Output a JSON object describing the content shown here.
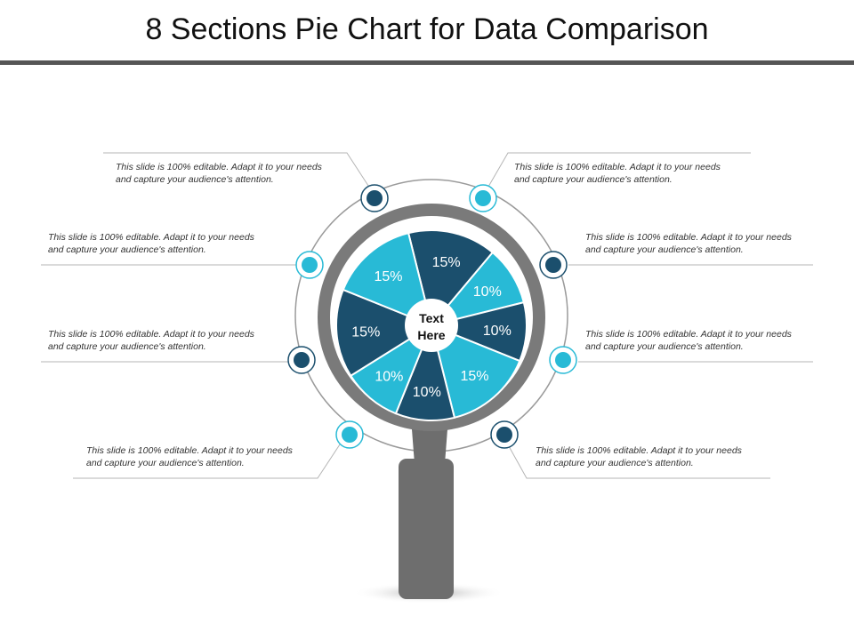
{
  "title": "8 Sections Pie Chart for Data Comparison",
  "center_text": [
    "Text",
    "Here"
  ],
  "callout_text": "This slide is 100% editable. Adapt it to your needs and capture your audience's attention.",
  "colors": {
    "dark": "#1b4f6d",
    "light": "#28bad6",
    "ring": "#7a7a7a",
    "handle": "#6e6e6e",
    "title_rule": "#555555"
  },
  "chart_data": {
    "type": "pie",
    "slices": [
      {
        "label": "15%",
        "value": 15,
        "color": "dark"
      },
      {
        "label": "10%",
        "value": 10,
        "color": "light"
      },
      {
        "label": "10%",
        "value": 10,
        "color": "dark"
      },
      {
        "label": "15%",
        "value": 15,
        "color": "light"
      },
      {
        "label": "10%",
        "value": 10,
        "color": "dark"
      },
      {
        "label": "10%",
        "value": 10,
        "color": "light"
      },
      {
        "label": "15%",
        "value": 15,
        "color": "dark"
      },
      {
        "label": "15%",
        "value": 15,
        "color": "light"
      }
    ]
  }
}
